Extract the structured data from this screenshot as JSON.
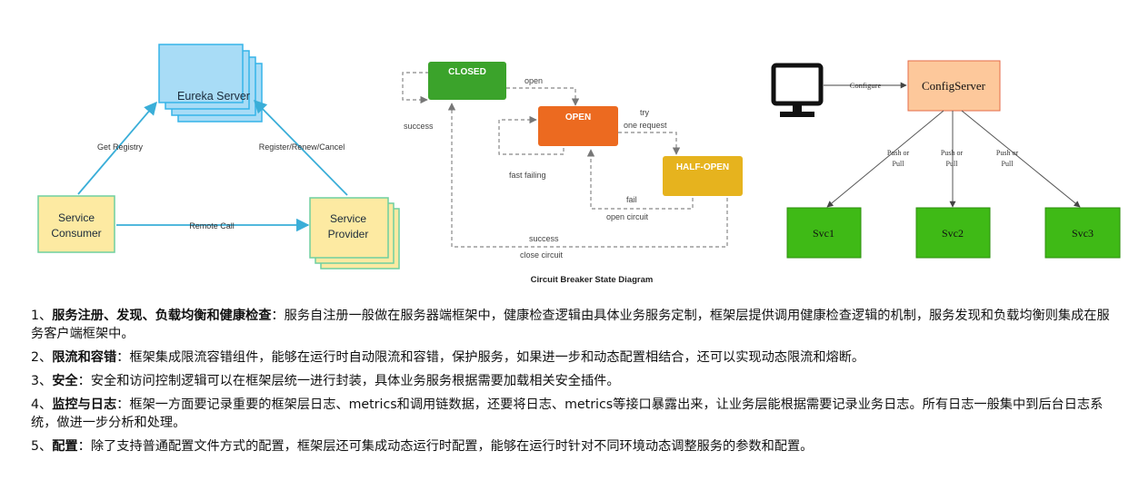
{
  "eureka": {
    "server": "Eureka Server",
    "consumer_line1": "Service",
    "consumer_line2": "Consumer",
    "provider_line1": "Service",
    "provider_line2": "Provider",
    "get_registry": "Get Registry",
    "register": "Register/Renew/Cancel",
    "remote_call": "Remote Call",
    "colors": {
      "server": "#a8dcf6",
      "server_border": "#35b4e8",
      "service": "#fdeaa2",
      "service_border": "#6fcf9f"
    }
  },
  "breaker": {
    "closed": "CLOSED",
    "open": "OPEN",
    "half_open": "HALF-OPEN",
    "open_edge": "open",
    "success_loop": "success",
    "try_line1": "try",
    "try_line2": "one request",
    "fast_failing": "fast failing",
    "fail": "fail",
    "open_circuit": "open circuit",
    "success_bottom": "success",
    "close_circuit": "close circuit",
    "caption": "Circuit Breaker State Diagram",
    "colors": {
      "closed": "#3ba32b",
      "open": "#ec6a20",
      "half_open": "#e6b31e"
    }
  },
  "config": {
    "server": "ConfigServer",
    "configure": "Configure",
    "push_line1": "Push or",
    "push_line2": "Pull",
    "svcs": [
      "Svc1",
      "Svc2",
      "Svc3"
    ],
    "colors": {
      "server": "#fdc89b",
      "svc": "#3fba16"
    }
  },
  "points": [
    {
      "num": "1、",
      "title": "服务注册、发现、负载均衡和健康检查",
      "sep": "：",
      "text": "服务自注册一般做在服务器端框架中，健康检查逻辑由具体业务服务定制，框架层提供调用健康检查逻辑的机制，服务发现和负载均衡则集成在服务客户端框架中。"
    },
    {
      "num": "2、",
      "title": "限流和容错",
      "sep": "：",
      "text": "框架集成限流容错组件，能够在运行时自动限流和容错，保护服务，如果进一步和动态配置相结合，还可以实现动态限流和熔断。"
    },
    {
      "num": "3、",
      "title": "安全",
      "sep": "：",
      "text": "安全和访问控制逻辑可以在框架层统一进行封装，具体业务服务根据需要加载相关安全插件。"
    },
    {
      "num": "4、",
      "title": "监控与日志",
      "sep": "：",
      "text": "框架一方面要记录重要的框架层日志、metrics和调用链数据，还要将日志、metrics等接口暴露出来，让业务层能根据需要记录业务日志。所有日志一般集中到后台日志系统，做进一步分析和处理。"
    },
    {
      "num": "5、",
      "title": "配置",
      "sep": "：",
      "text": "除了支持普通配置文件方式的配置，框架层还可集成动态运行时配置，能够在运行时针对不同环境动态调整服务的参数和配置。"
    }
  ]
}
